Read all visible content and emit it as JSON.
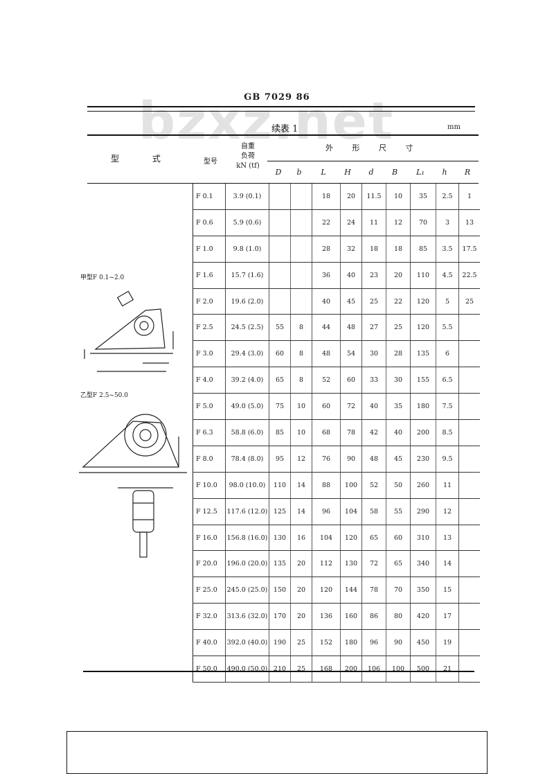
{
  "header": {
    "standard": "GB 7029 86",
    "watermark": "bzxz.net",
    "continuation": "续表 1",
    "unit": "mm"
  },
  "columns": {
    "type": "型 式",
    "model": "型号",
    "load": "自重\n负荷\nkN (tf)",
    "dims": "外 形 尺 寸",
    "sub": [
      "D",
      "b",
      "L",
      "H",
      "d",
      "B",
      "L₁",
      "h",
      "R"
    ]
  },
  "figures": {
    "label1": "甲型F 0.1~2.0",
    "label2": "乙型F 2.5~50.0"
  },
  "rows": [
    [
      "F 0.1",
      "3.9 (0.1)",
      "",
      "",
      "18",
      "20",
      "11.5",
      "10",
      "35",
      "2.5",
      "1"
    ],
    [
      "F 0.6",
      "5.9 (0.6)",
      "",
      "",
      "22",
      "24",
      "11",
      "12",
      "70",
      "3",
      "13"
    ],
    [
      "F 1.0",
      "9.8 (1.0)",
      "",
      "",
      "28",
      "32",
      "18",
      "18",
      "85",
      "3.5",
      "17.5"
    ],
    [
      "F 1.6",
      "15.7 (1.6)",
      "",
      "",
      "36",
      "40",
      "23",
      "20",
      "110",
      "4.5",
      "22.5"
    ],
    [
      "F 2.0",
      "19.6 (2.0)",
      "",
      "",
      "40",
      "45",
      "25",
      "22",
      "120",
      "5",
      "25"
    ],
    [
      "F 2.5",
      "24.5 (2.5)",
      "55",
      "8",
      "44",
      "48",
      "27",
      "25",
      "120",
      "5.5",
      ""
    ],
    [
      "F 3.0",
      "29.4 (3.0)",
      "60",
      "8",
      "48",
      "54",
      "30",
      "28",
      "135",
      "6",
      ""
    ],
    [
      "F 4.0",
      "39.2 (4.0)",
      "65",
      "8",
      "52",
      "60",
      "33",
      "30",
      "155",
      "6.5",
      ""
    ],
    [
      "F 5.0",
      "49.0 (5.0)",
      "75",
      "10",
      "60",
      "72",
      "40",
      "35",
      "180",
      "7.5",
      ""
    ],
    [
      "F 6.3",
      "58.8 (6.0)",
      "85",
      "10",
      "68",
      "78",
      "42",
      "40",
      "200",
      "8.5",
      ""
    ],
    [
      "F 8.0",
      "78.4 (8.0)",
      "95",
      "12",
      "76",
      "90",
      "48",
      "45",
      "230",
      "9.5",
      ""
    ],
    [
      "F 10.0",
      "98.0 (10.0)",
      "110",
      "14",
      "88",
      "100",
      "52",
      "50",
      "260",
      "11",
      ""
    ],
    [
      "F 12.5",
      "117.6 (12.0)",
      "125",
      "14",
      "96",
      "104",
      "58",
      "55",
      "290",
      "12",
      ""
    ],
    [
      "F 16.0",
      "156.8 (16.0)",
      "130",
      "16",
      "104",
      "120",
      "65",
      "60",
      "310",
      "13",
      ""
    ],
    [
      "F 20.0",
      "196.0 (20.0)",
      "135",
      "20",
      "112",
      "130",
      "72",
      "65",
      "340",
      "14",
      ""
    ],
    [
      "F 25.0",
      "245.0 (25.0)",
      "150",
      "20",
      "120",
      "144",
      "78",
      "70",
      "350",
      "15",
      ""
    ],
    [
      "F 32.0",
      "313.6 (32.0)",
      "170",
      "20",
      "136",
      "160",
      "86",
      "80",
      "420",
      "17",
      ""
    ],
    [
      "F 40.0",
      "392.0 (40.0)",
      "190",
      "25",
      "152",
      "180",
      "96",
      "90",
      "450",
      "19",
      ""
    ],
    [
      "F 50.0",
      "490.0 (50.0)",
      "210",
      "25",
      "168",
      "200",
      "106",
      "100",
      "500",
      "21",
      ""
    ]
  ]
}
